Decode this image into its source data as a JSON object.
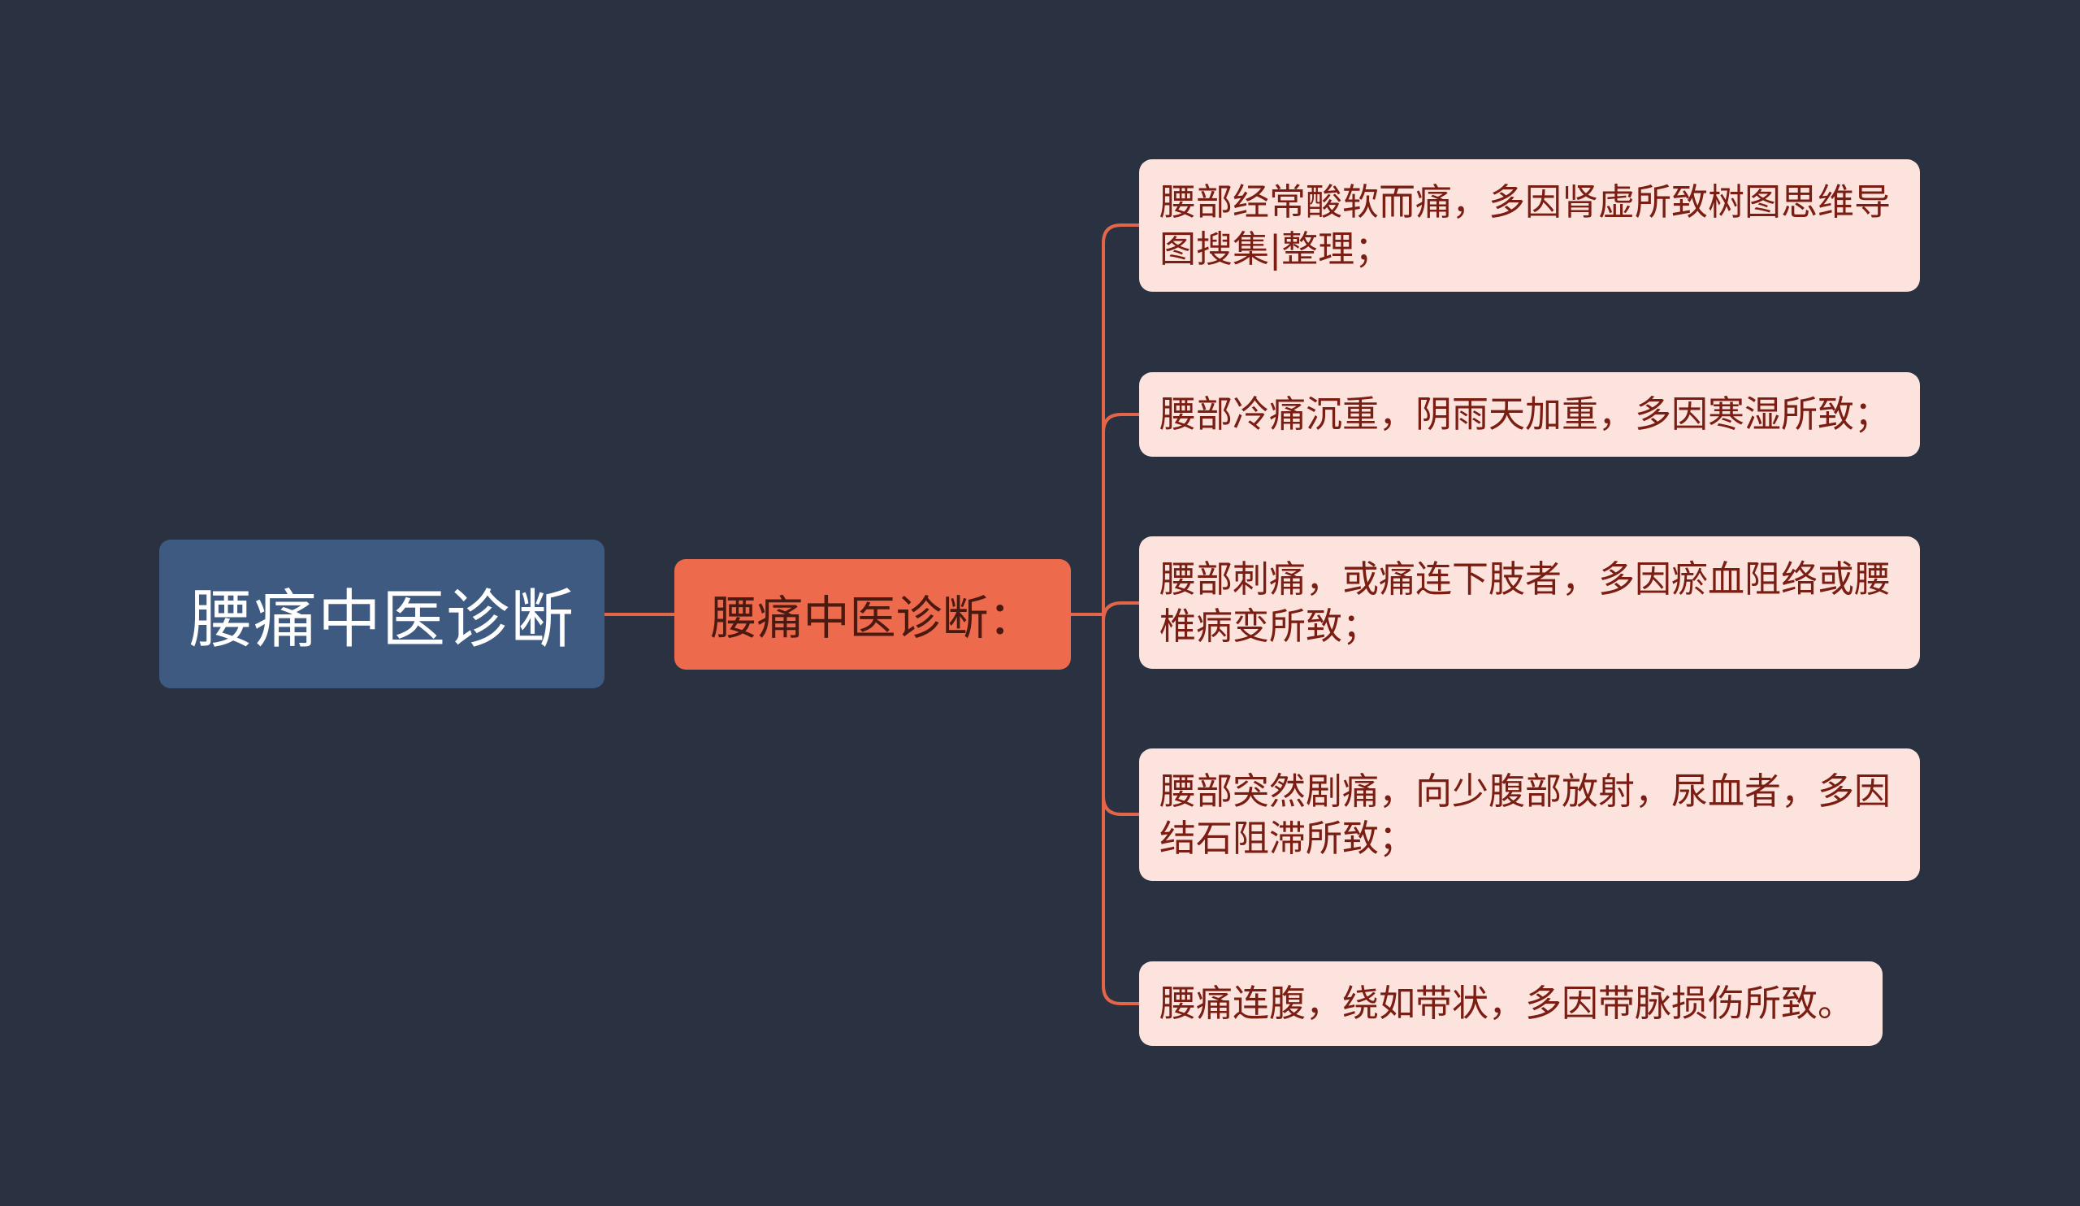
{
  "colors": {
    "background": "#2a3140",
    "root_fill": "#3e5a80",
    "mid_fill": "#ee6a4d",
    "leaf_fill": "#fde3dd",
    "connector": "#e3654a"
  },
  "mindmap": {
    "root": {
      "label": "腰痛中医诊断"
    },
    "branch": {
      "label": "腰痛中医诊断："
    },
    "leaves": [
      {
        "label": "腰部经常酸软而痛，多因肾虚所致树图思维导图搜集|整理；"
      },
      {
        "label": "腰部冷痛沉重，阴雨天加重，多因寒湿所致；"
      },
      {
        "label": "腰部刺痛，或痛连下肢者，多因瘀血阻络或腰椎病变所致；"
      },
      {
        "label": "腰部突然剧痛，向少腹部放射，尿血者，多因结石阻滞所致；"
      },
      {
        "label": "腰痛连腹，绕如带状，多因带脉损伤所致。"
      }
    ]
  }
}
